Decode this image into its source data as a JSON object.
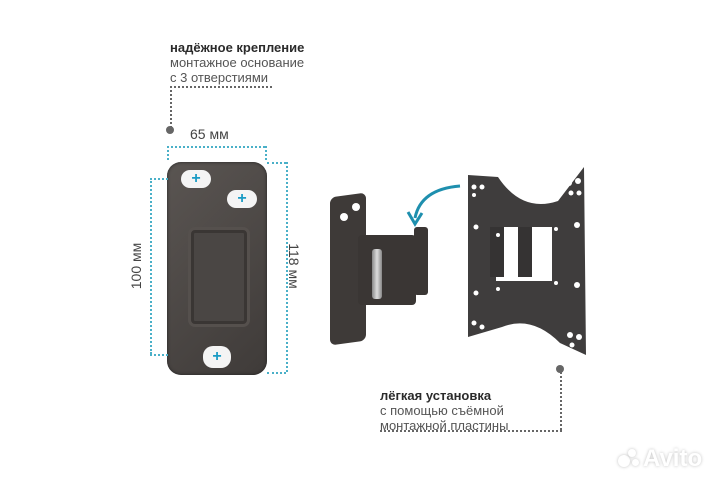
{
  "callouts": {
    "top": {
      "title": "надёжное крепление",
      "line1": "монтажное основание",
      "line2": "с 3 отверстиями"
    },
    "bottom": {
      "title": "лёгкая установка",
      "line1": "с помощью съёмной",
      "line2": "монтажной пластины"
    }
  },
  "dimensions": {
    "width": "65 мм",
    "hole_spacing": "100 мм",
    "height": "118 мм"
  },
  "icons": {
    "slot_marker": "+"
  },
  "watermark": {
    "brand": "Avito"
  },
  "colors": {
    "accent": "#1a9bc4",
    "dimension_lines": "#4ab0c8",
    "metal": "#4a4644",
    "text_dark": "#2b2b2b",
    "text_gray": "#555555"
  }
}
